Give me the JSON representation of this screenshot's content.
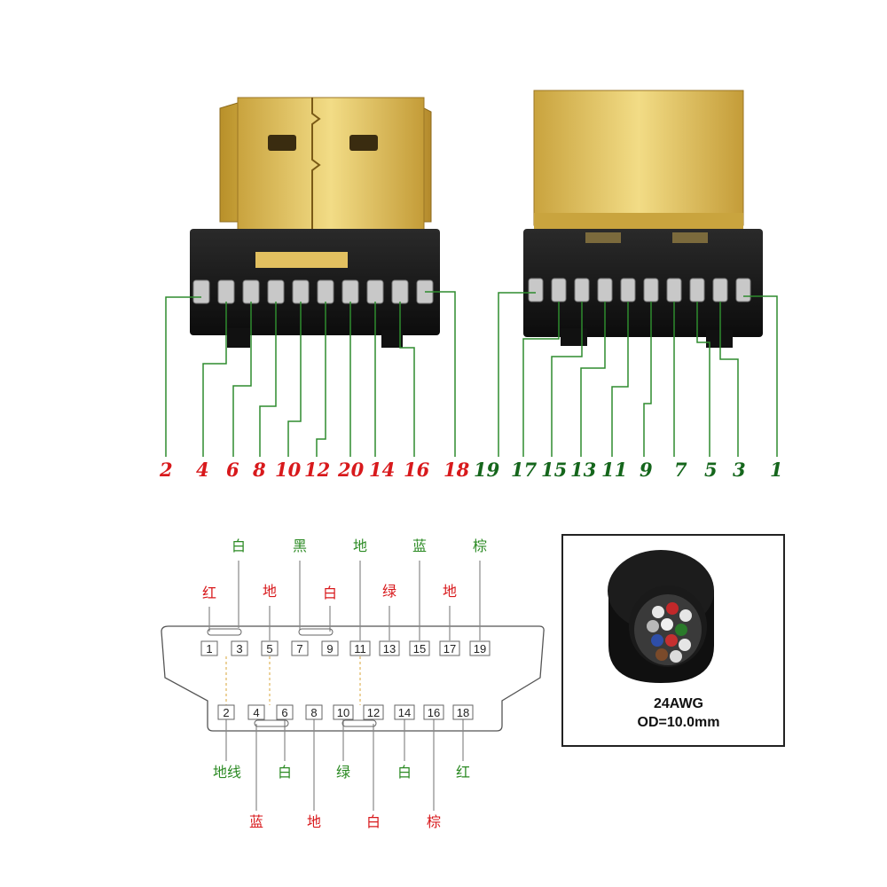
{
  "colors": {
    "red": "#d8191c",
    "green": "#2b8a23",
    "dark_green": "#15661c",
    "gold": "#d9b54a",
    "plastic": "#151515"
  },
  "connector_left": {
    "pins": [
      {
        "num": "2",
        "color": "red"
      },
      {
        "num": "4",
        "color": "red"
      },
      {
        "num": "6",
        "color": "red"
      },
      {
        "num": "8",
        "color": "red"
      },
      {
        "num": "10",
        "color": "red"
      },
      {
        "num": "12",
        "color": "red"
      },
      {
        "num": "20",
        "color": "red"
      },
      {
        "num": "14",
        "color": "red"
      },
      {
        "num": "16",
        "color": "red"
      },
      {
        "num": "18",
        "color": "red"
      }
    ]
  },
  "connector_right": {
    "pins": [
      {
        "num": "19",
        "color": "dark_green"
      },
      {
        "num": "17",
        "color": "dark_green"
      },
      {
        "num": "15",
        "color": "dark_green"
      },
      {
        "num": "13",
        "color": "dark_green"
      },
      {
        "num": "11",
        "color": "dark_green"
      },
      {
        "num": "9",
        "color": "dark_green"
      },
      {
        "num": "7",
        "color": "dark_green"
      },
      {
        "num": "5",
        "color": "dark_green"
      },
      {
        "num": "3",
        "color": "dark_green"
      },
      {
        "num": "1",
        "color": "dark_green"
      }
    ]
  },
  "pinout": {
    "top_row": [
      "1",
      "3",
      "5",
      "7",
      "9",
      "11",
      "13",
      "15",
      "17",
      "19"
    ],
    "bottom_row": [
      "2",
      "4",
      "6",
      "8",
      "10",
      "12",
      "14",
      "16",
      "18"
    ],
    "top_labels_far": [
      {
        "text": "白",
        "color": "green"
      },
      {
        "text": "黑",
        "color": "green"
      },
      {
        "text": "地",
        "color": "green"
      },
      {
        "text": "蓝",
        "color": "green"
      },
      {
        "text": "棕",
        "color": "green"
      }
    ],
    "top_labels_near": [
      {
        "text": "红",
        "color": "red"
      },
      {
        "text": "地",
        "color": "red"
      },
      {
        "text": "白",
        "color": "red"
      },
      {
        "text": "绿",
        "color": "red"
      },
      {
        "text": "地",
        "color": "red"
      }
    ],
    "bottom_labels_near": [
      {
        "text": "地线",
        "color": "green"
      },
      {
        "text": "白",
        "color": "green"
      },
      {
        "text": "绿",
        "color": "green"
      },
      {
        "text": "白",
        "color": "green"
      },
      {
        "text": "红",
        "color": "green"
      }
    ],
    "bottom_labels_far": [
      {
        "text": "蓝",
        "color": "red"
      },
      {
        "text": "地",
        "color": "red"
      },
      {
        "text": "白",
        "color": "red"
      },
      {
        "text": "棕",
        "color": "red"
      }
    ]
  },
  "cable": {
    "gauge": "24AWG",
    "od": "OD=10.0mm"
  }
}
